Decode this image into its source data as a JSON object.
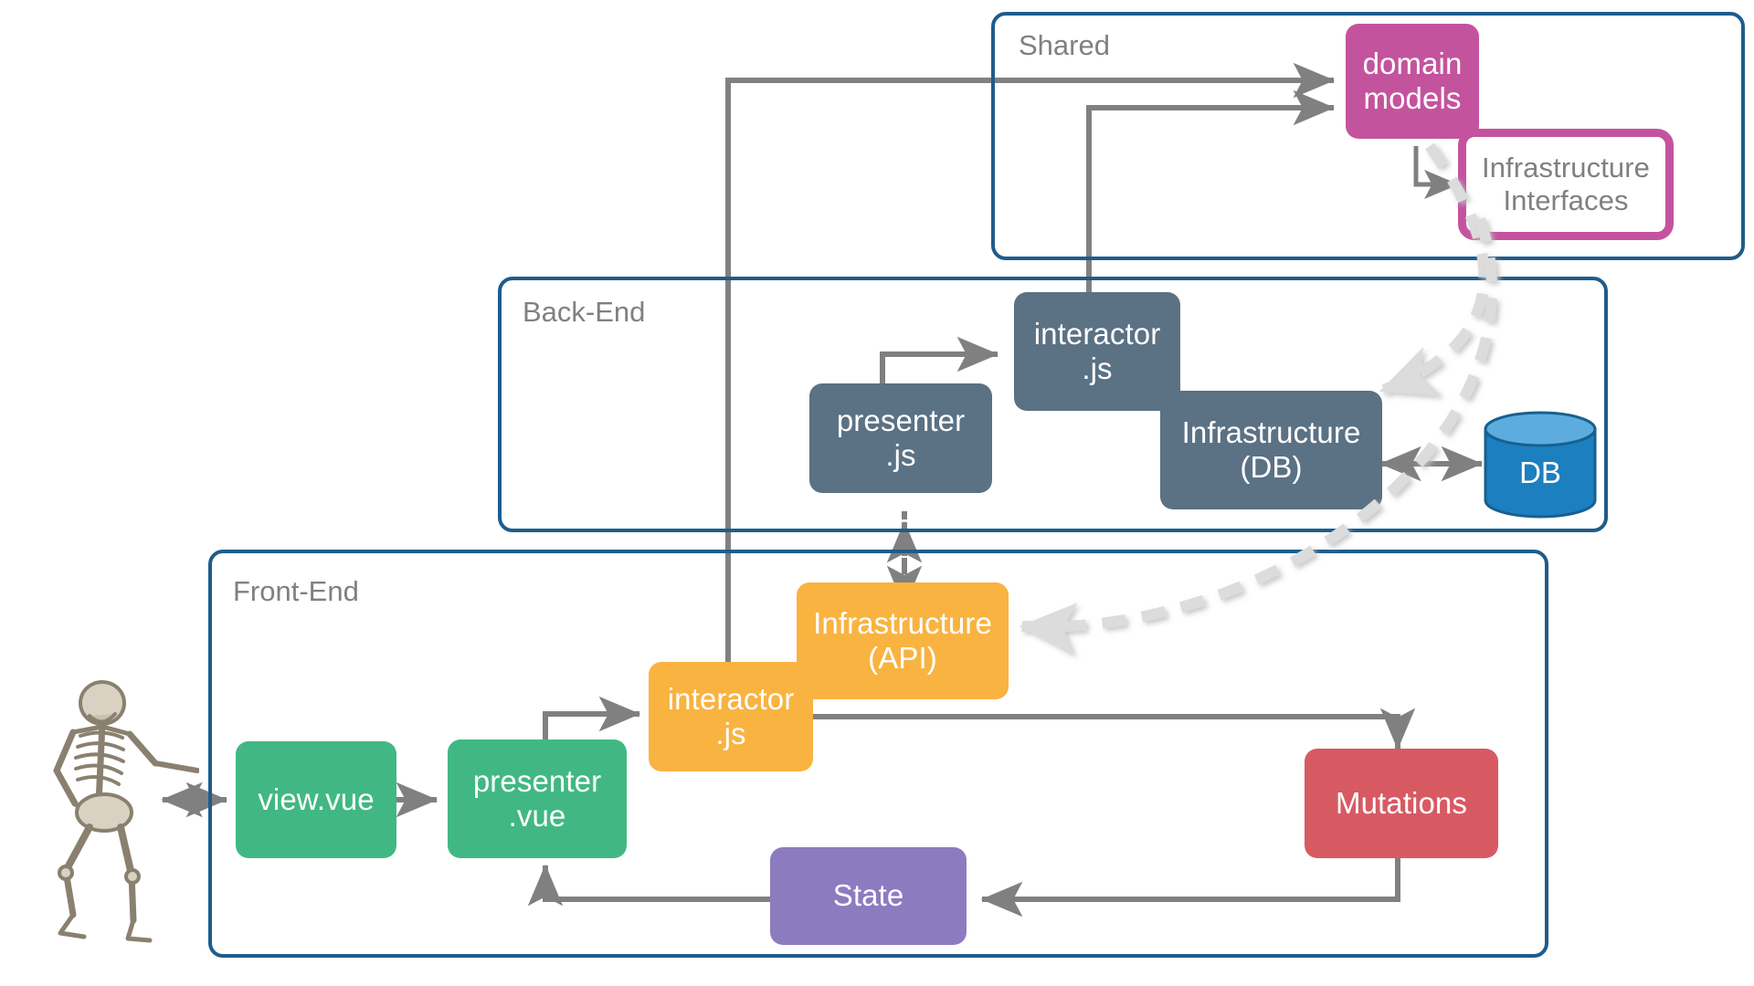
{
  "diagram": {
    "title": "Clean Architecture Front-End / Back-End / Shared layering",
    "type": "architecture-diagram",
    "regions": [
      {
        "id": "shared",
        "label": "Shared",
        "border_color": "#1F5C8B"
      },
      {
        "id": "backend",
        "label": "Back-End",
        "border_color": "#1F5C8B"
      },
      {
        "id": "frontend",
        "label": "Front-End",
        "border_color": "#1F5C8B"
      }
    ],
    "nodes": [
      {
        "id": "domain-models",
        "label_lines": [
          "domain",
          "models"
        ],
        "region": "shared",
        "color": "#C4539D",
        "text_color": "#FFFFFF"
      },
      {
        "id": "infrastructure-interfaces",
        "label_lines": [
          "Infrastructure",
          "Interfaces"
        ],
        "region": "shared",
        "color": "#FFFFFF",
        "border_color": "#C4539D",
        "text_color": "#808080"
      },
      {
        "id": "backend-interactor",
        "label_lines": [
          "interactor",
          ".js"
        ],
        "region": "backend",
        "color": "#5B7184",
        "text_color": "#FFFFFF"
      },
      {
        "id": "backend-presenter",
        "label_lines": [
          "presenter",
          ".js"
        ],
        "region": "backend",
        "color": "#5B7184",
        "text_color": "#FFFFFF"
      },
      {
        "id": "backend-infrastructure-db",
        "label_lines": [
          "Infrastructure",
          "(DB)"
        ],
        "region": "backend",
        "color": "#5B7184",
        "text_color": "#FFFFFF"
      },
      {
        "id": "database",
        "label_lines": [
          "DB"
        ],
        "region": "backend",
        "color": "#1C7FC0",
        "text_color": "#FFFFFF",
        "shape": "cylinder"
      },
      {
        "id": "frontend-view",
        "label_lines": [
          "view.vue"
        ],
        "region": "frontend",
        "color": "#41B883",
        "text_color": "#FFFFFF"
      },
      {
        "id": "frontend-presenter",
        "label_lines": [
          "presenter",
          ".vue"
        ],
        "region": "frontend",
        "color": "#41B883",
        "text_color": "#FFFFFF"
      },
      {
        "id": "frontend-interactor",
        "label_lines": [
          "interactor",
          ".js"
        ],
        "region": "frontend",
        "color": "#F9B341",
        "text_color": "#FFFFFF"
      },
      {
        "id": "frontend-infrastructure-api",
        "label_lines": [
          "Infrastructure",
          "(API)"
        ],
        "region": "frontend",
        "color": "#F9B341",
        "text_color": "#FFFFFF"
      },
      {
        "id": "mutations",
        "label_lines": [
          "Mutations"
        ],
        "region": "frontend",
        "color": "#D75A63",
        "text_color": "#FFFFFF"
      },
      {
        "id": "state",
        "label_lines": [
          "State"
        ],
        "region": "frontend",
        "color": "#8D7BC0",
        "text_color": "#FFFFFF"
      }
    ],
    "actor": {
      "id": "user-actor",
      "name": "skeleton-user-figure"
    },
    "edges": [
      {
        "from": "user-actor",
        "to": "frontend-view",
        "style": "solid",
        "arrows": "both"
      },
      {
        "from": "frontend-view",
        "to": "frontend-presenter",
        "style": "solid",
        "arrows": "end"
      },
      {
        "from": "frontend-presenter",
        "to": "frontend-interactor",
        "style": "solid",
        "arrows": "end"
      },
      {
        "from": "frontend-interactor",
        "to": "mutations",
        "style": "solid",
        "arrows": "end"
      },
      {
        "from": "mutations",
        "to": "state",
        "style": "solid",
        "arrows": "end"
      },
      {
        "from": "state",
        "to": "frontend-presenter",
        "style": "solid",
        "arrows": "end"
      },
      {
        "from": "frontend-infrastructure-api",
        "to": "backend-presenter",
        "style": "dotted",
        "arrows": "both"
      },
      {
        "from": "backend-presenter",
        "to": "backend-interactor",
        "style": "solid",
        "arrows": "end"
      },
      {
        "from": "backend-infrastructure-db",
        "to": "database",
        "style": "solid",
        "arrows": "both"
      },
      {
        "from": "frontend-interactor",
        "to": "domain-models",
        "style": "solid",
        "arrows": "end"
      },
      {
        "from": "backend-interactor",
        "to": "domain-models",
        "style": "solid",
        "arrows": "end"
      },
      {
        "from": "domain-models",
        "to": "infrastructure-interfaces",
        "style": "solid",
        "arrows": "end"
      },
      {
        "from": "backend-infrastructure-db",
        "to": "infrastructure-interfaces",
        "style": "dashed-implements",
        "arrows": "end"
      },
      {
        "from": "frontend-infrastructure-api",
        "to": "infrastructure-interfaces",
        "style": "dashed-implements",
        "arrows": "end"
      }
    ],
    "colors": {
      "region_border": "#1F5C8B",
      "region_label": "#808080",
      "connector": "#808080",
      "implements_connector": "#DCDCDC",
      "slate": "#5B7184",
      "green": "#41B883",
      "orange": "#F9B341",
      "purple": "#8D7BC0",
      "red": "#D75A63",
      "magenta": "#C4539D",
      "db_body": "#1C7FC0",
      "db_top": "#5CACE0",
      "background": "#FFFFFF"
    }
  }
}
